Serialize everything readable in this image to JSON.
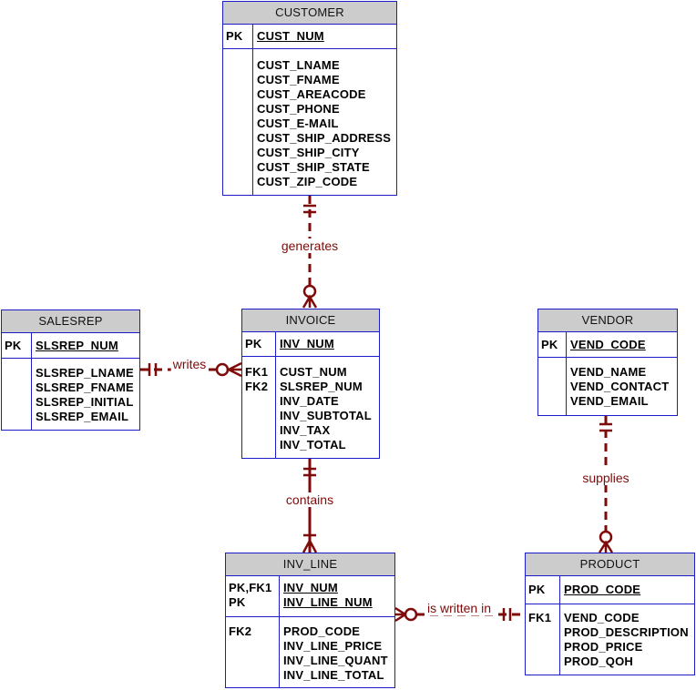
{
  "entities": {
    "customer": {
      "name": "CUSTOMER",
      "primary_key": [
        {
          "key": "PK",
          "name": "CUST_NUM"
        }
      ],
      "attributes": [
        {
          "name": "CUST_LNAME"
        },
        {
          "name": "CUST_FNAME"
        },
        {
          "name": "CUST_AREACODE"
        },
        {
          "name": "CUST_PHONE"
        },
        {
          "name": "CUST_E-MAIL"
        },
        {
          "name": "CUST_SHIP_ADDRESS"
        },
        {
          "name": "CUST_SHIP_CITY"
        },
        {
          "name": "CUST_SHIP_STATE"
        },
        {
          "name": "CUST_ZIP_CODE"
        }
      ]
    },
    "salesrep": {
      "name": "SALESREP",
      "primary_key": [
        {
          "key": "PK",
          "name": "SLSREP_NUM"
        }
      ],
      "attributes": [
        {
          "name": "SLSREP_LNAME"
        },
        {
          "name": "SLSREP_FNAME"
        },
        {
          "name": "SLSREP_INITIAL"
        },
        {
          "name": "SLSREP_EMAIL"
        }
      ]
    },
    "invoice": {
      "name": "INVOICE",
      "primary_key": [
        {
          "key": "PK",
          "name": "INV_NUM"
        }
      ],
      "attributes": [
        {
          "key": "FK1",
          "name": "CUST_NUM"
        },
        {
          "key": "FK2",
          "name": "SLSREP_NUM"
        },
        {
          "name": "INV_DATE"
        },
        {
          "name": "INV_SUBTOTAL"
        },
        {
          "name": "INV_TAX"
        },
        {
          "name": "INV_TOTAL"
        }
      ]
    },
    "vendor": {
      "name": "VENDOR",
      "primary_key": [
        {
          "key": "PK",
          "name": "VEND_CODE"
        }
      ],
      "attributes": [
        {
          "name": "VEND_NAME"
        },
        {
          "name": "VEND_CONTACT"
        },
        {
          "name": "VEND_EMAIL"
        }
      ]
    },
    "inv_line": {
      "name": "INV_LINE",
      "primary_key": [
        {
          "key": "PK,FK1",
          "name": "INV_NUM"
        },
        {
          "key": "PK",
          "name": "INV_LINE_NUM"
        }
      ],
      "attributes": [
        {
          "key": "FK2",
          "name": "PROD_CODE"
        },
        {
          "name": "INV_LINE_PRICE"
        },
        {
          "name": "INV_LINE_QUANT"
        },
        {
          "name": "INV_LINE_TOTAL"
        }
      ]
    },
    "product": {
      "name": "PRODUCT",
      "primary_key": [
        {
          "key": "PK",
          "name": "PROD_CODE"
        }
      ],
      "attributes": [
        {
          "key": "FK1",
          "name": "VEND_CODE"
        },
        {
          "name": "PROD_DESCRIPTION"
        },
        {
          "name": "PROD_PRICE"
        },
        {
          "name": "PROD_QOH"
        }
      ]
    }
  },
  "relationships": {
    "customer_invoice": "generates",
    "salesrep_invoice": "writes",
    "invoice_inv_line": "contains",
    "vendor_product": "supplies",
    "inv_line_product": "is written in"
  },
  "notation": {
    "customer_invoice": {
      "identifying": false,
      "customer_end": "one-mandatory-icon",
      "invoice_end": "zero-or-many-icon"
    },
    "salesrep_invoice": {
      "identifying": false,
      "salesrep_end": "one-mandatory-icon",
      "invoice_end": "zero-or-many-icon"
    },
    "invoice_inv_line": {
      "identifying": true,
      "invoice_end": "one-mandatory-icon",
      "inv_line_end": "one-or-many-icon"
    },
    "vendor_product": {
      "identifying": false,
      "vendor_end": "one-mandatory-icon",
      "product_end": "zero-or-many-icon"
    },
    "inv_line_product": {
      "identifying": false,
      "inv_line_end": "zero-or-many-icon",
      "product_end": "one-mandatory-icon"
    }
  },
  "colors": {
    "entity_border": "#1c1cc8",
    "header_fill": "#cccccc",
    "relationship": "#7f0a0a"
  }
}
